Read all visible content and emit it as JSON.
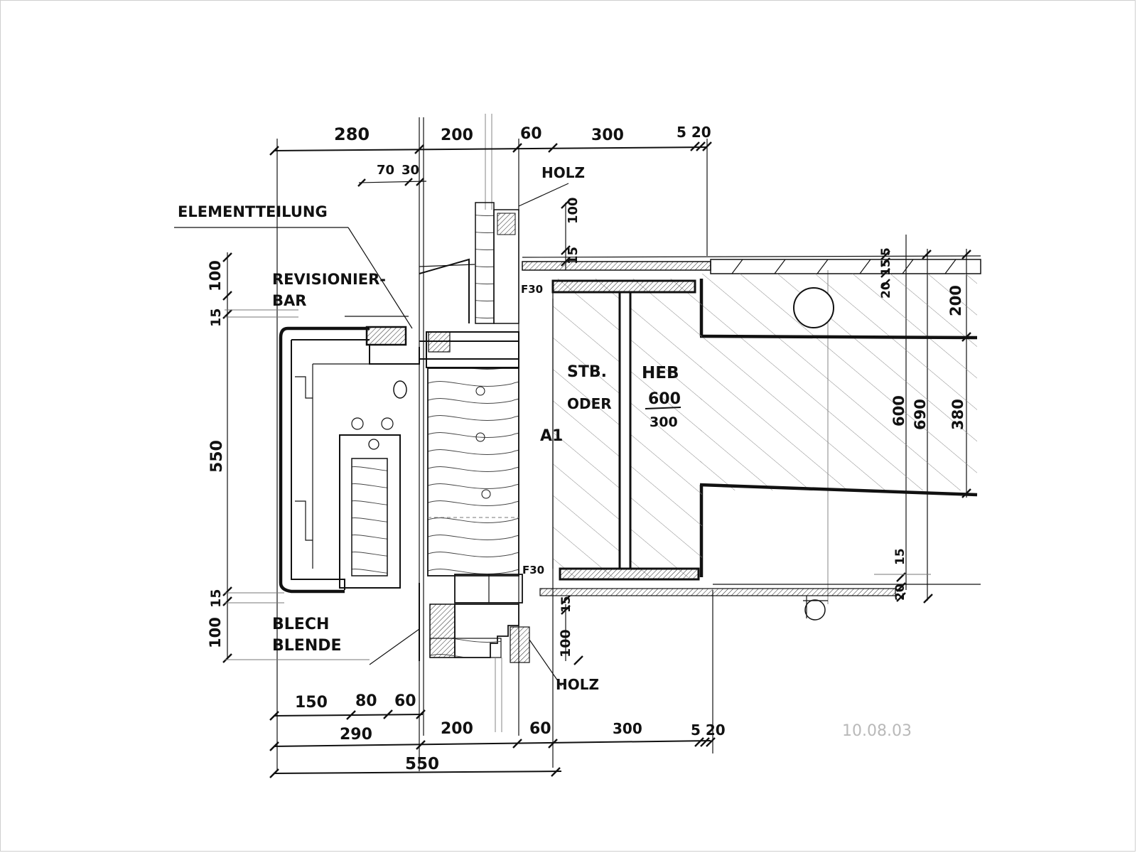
{
  "dims": {
    "top_280": "280",
    "top_200": "200",
    "top_60": "60",
    "top_300": "300",
    "top_5_20": "5 20",
    "top_70": "70",
    "top_30": "30",
    "holz_top_100": "100",
    "holz_top_15": "15",
    "left_100": "100",
    "left_15": "15",
    "left_550": "550",
    "left_bottom_15": "15",
    "left_bottom_100": "100",
    "right_5": "5",
    "right_15": "15",
    "right_20": "20",
    "right_200": "200",
    "right_600": "600",
    "right_690": "690",
    "right_380": "380",
    "right_bottom_15": "15",
    "right_bottom_20": "20",
    "mid_bottom_15": "15",
    "mid_bottom_100": "100",
    "bot_150": "150",
    "bot_80": "80",
    "bot_60": "60",
    "bot_290": "290",
    "bot_200": "200",
    "bot_60b": "60",
    "bot_300": "300",
    "bot_5_20": "5 20",
    "bot_550": "550"
  },
  "labels": {
    "holz_top": "HOLZ",
    "elementteilung": "ELEMENTTEILUNG",
    "revisionier": "REVISIONIER-",
    "bar": "BAR",
    "f30_top": "F30",
    "f30_bottom": "F30",
    "stb": "STB.",
    "oder": "ODER",
    "heb": "HEB",
    "heb_600": "600",
    "heb_300": "300",
    "a1": "A1",
    "blech": "BLECH",
    "blende": "BLENDE",
    "holz_bottom": "HOLZ"
  },
  "date": "10.08.03"
}
